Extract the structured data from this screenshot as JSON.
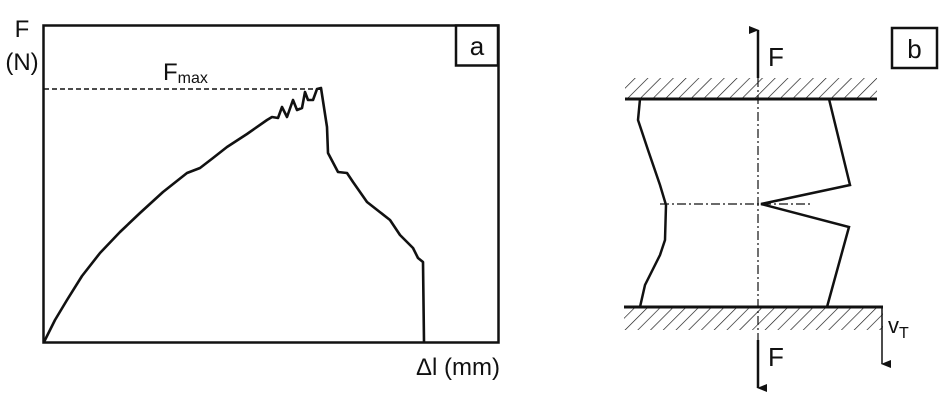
{
  "panel_a": {
    "label": "a",
    "y_axis_symbol": "F",
    "y_axis_unit": "(N)",
    "x_axis_label": "Δl (mm)",
    "fmax_main": "F",
    "fmax_sub": "max"
  },
  "panel_b": {
    "label": "b",
    "force_top": "F",
    "force_bottom": "F",
    "velocity_main": "v",
    "velocity_sub": "T"
  },
  "colors": {
    "ink": "#111111",
    "background": "#ffffff"
  }
}
